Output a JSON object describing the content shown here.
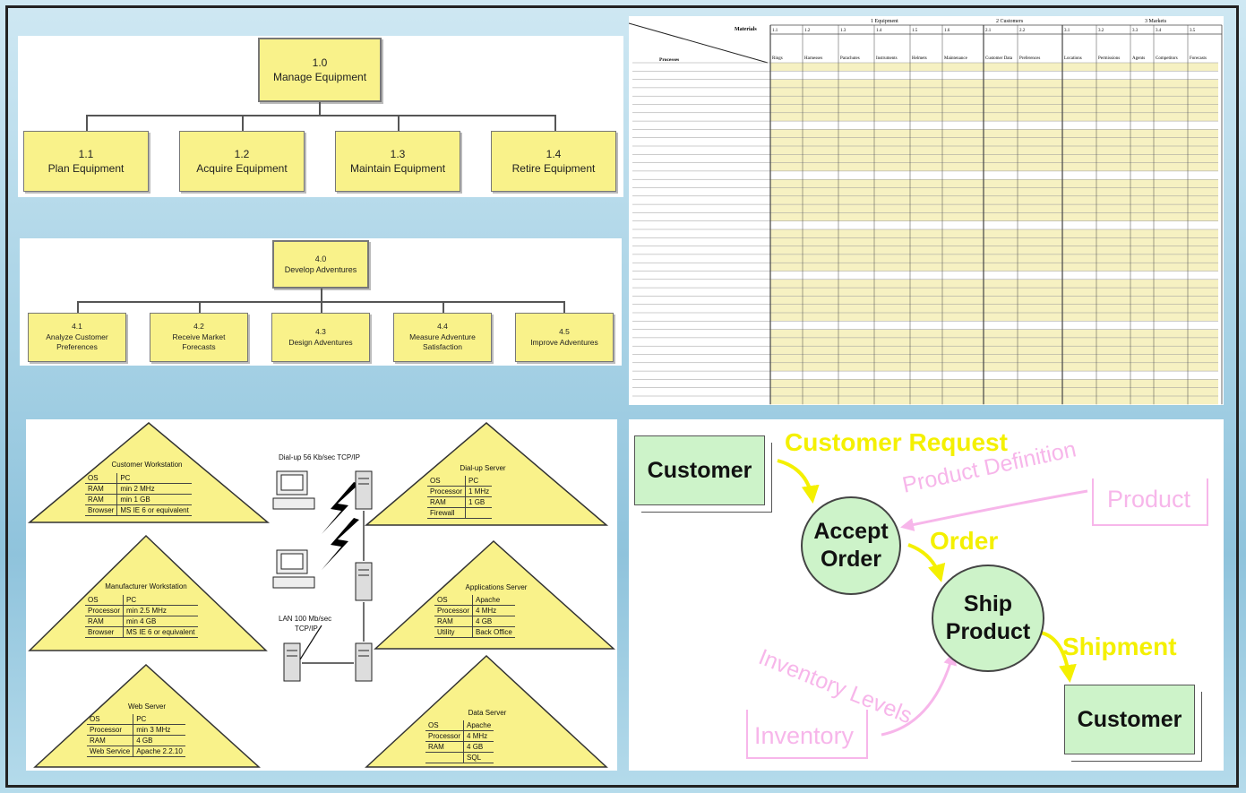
{
  "hierarchy_equipment": {
    "root": {
      "num": "1.0",
      "label": "Manage Equipment"
    },
    "children": [
      {
        "num": "1.1",
        "label": "Plan Equipment"
      },
      {
        "num": "1.2",
        "label": "Acquire Equipment"
      },
      {
        "num": "1.3",
        "label": "Maintain Equipment"
      },
      {
        "num": "1.4",
        "label": "Retire Equipment"
      }
    ]
  },
  "hierarchy_adventures": {
    "root": {
      "num": "4.0",
      "label": "Develop Adventures"
    },
    "children": [
      {
        "num": "4.1",
        "line1": "Analyze Customer",
        "line2": "Preferences"
      },
      {
        "num": "4.2",
        "line1": "Receive Market",
        "line2": "Forecasts"
      },
      {
        "num": "4.3",
        "line1": "Design Adventures",
        "line2": ""
      },
      {
        "num": "4.4",
        "line1": "Measure Adventure",
        "line2": "Satisfaction"
      },
      {
        "num": "4.5",
        "line1": "Improve Adventures",
        "line2": ""
      }
    ]
  },
  "matrix": {
    "groups": [
      "1 Equipment",
      "2 Customers",
      "3 Markets"
    ],
    "header_left": "Materials",
    "header_rows": "Processes",
    "column_codes": [
      "1.1",
      "1.2",
      "1.3",
      "1.4",
      "1.5",
      "1.6",
      "2.1",
      "2.2",
      "3.1",
      "3.2",
      "3.3",
      "3.4",
      "3.5"
    ],
    "columns": [
      "Rings",
      "Harnesses",
      "Parachutes",
      "Instruments",
      "Helmets",
      "Maintenance",
      "Customer Data",
      "Preferences",
      "Locations",
      "Permissions",
      "Agents",
      "Competitors",
      "Forecasts"
    ]
  },
  "network": {
    "customer_workstation": {
      "title": "Customer Workstation",
      "rows": [
        [
          "OS",
          "PC"
        ],
        [
          "RAM",
          "min 2 MHz"
        ],
        [
          "RAM",
          "min 1 GB"
        ],
        [
          "Browser",
          "MS IE 6 or equivalent"
        ]
      ]
    },
    "manufacturer_workstation": {
      "title": "Manufacturer Workstation",
      "rows": [
        [
          "OS",
          "PC"
        ],
        [
          "Processor",
          "min 2.5 MHz"
        ],
        [
          "RAM",
          "min 4 GB"
        ],
        [
          "Browser",
          "MS IE 6 or equivalent"
        ]
      ]
    },
    "web_server": {
      "title": "Web Server",
      "rows": [
        [
          "OS",
          "PC"
        ],
        [
          "Processor",
          "min 3 MHz"
        ],
        [
          "RAM",
          "4 GB"
        ],
        [
          "Web Service",
          "Apache 2.2.10"
        ]
      ]
    },
    "dialup_server": {
      "title": "Dial-up Server",
      "rows": [
        [
          "OS",
          "PC"
        ],
        [
          "Processor",
          "1 MHz"
        ],
        [
          "RAM",
          "1 GB"
        ],
        [
          "Firewall",
          ""
        ]
      ]
    },
    "applications_server": {
      "title": "Applications Server",
      "rows": [
        [
          "OS",
          "Apache"
        ],
        [
          "Processor",
          "4 MHz"
        ],
        [
          "RAM",
          "4 GB"
        ],
        [
          "Utility",
          "Back Office"
        ]
      ]
    },
    "data_server": {
      "title": "Data Server",
      "rows": [
        [
          "OS",
          "Apache"
        ],
        [
          "Processor",
          "4 MHz"
        ],
        [
          "RAM",
          "4 GB"
        ],
        [
          "",
          "SQL"
        ]
      ]
    },
    "dialup_label": "Dial-up 56 Kb/sec TCP/IP",
    "lan_label_1": "LAN 100 Mb/sec",
    "lan_label_2": "TCP/IP"
  },
  "dfd": {
    "entity_source": "Customer",
    "entity_sink": "Customer",
    "process_accept": {
      "line1": "Accept",
      "line2": "Order"
    },
    "process_ship": {
      "line1": "Ship",
      "line2": "Product"
    },
    "flow_customer_request": "Customer Request",
    "flow_order": "Order",
    "flow_shipment": "Shipment",
    "flow_product_definition": "Product Definition",
    "flow_inventory_levels": "Inventory Levels",
    "store_product": "Product",
    "store_inventory": "Inventory",
    "colors": {
      "flow_primary": "#f4f000",
      "flow_secondary": "#f7b6ea",
      "node_fill": "#cdf3c9"
    }
  }
}
